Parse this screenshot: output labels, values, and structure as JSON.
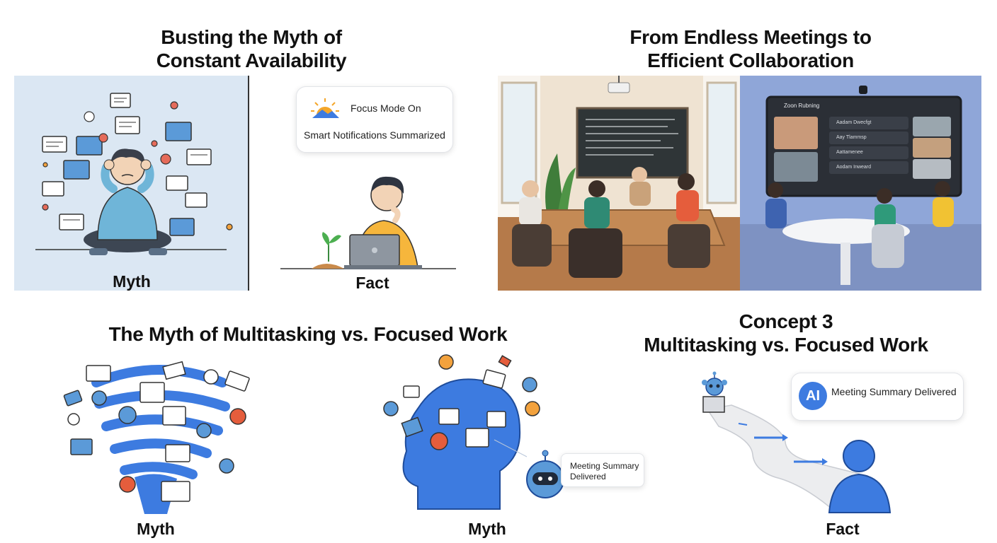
{
  "panel1": {
    "title_line1": "Busting the Myth of",
    "title_line2": "Constant Availability",
    "myth_caption": "Myth",
    "fact_caption": "Fact",
    "bubble_line1": "Focus Mode On",
    "bubble_line2": "Smart Notifications Summarized"
  },
  "panel2": {
    "title_line1": "From Endless Meetings to",
    "title_line2": "Efficient Collaboration",
    "screen_title": "Zoon Rubning",
    "participants": [
      "Aadam Dwecfgt",
      "Aay Tlammsp",
      "Aattamenee",
      "Aodam Inweard"
    ]
  },
  "panel3": {
    "title": "The Myth of Multitasking vs. Focused Work",
    "caption_left": "Myth",
    "caption_right": "Myth",
    "bubble_line1": "Meeting Summary",
    "bubble_line2": "Delivered"
  },
  "panel4": {
    "title_line1": "Concept 3",
    "title_line2": "Multitasking vs. Focused Work",
    "ai_badge": "AI",
    "bubble_text": "Meeting Summary Delivered",
    "caption": "Fact"
  },
  "colors": {
    "accent_blue": "#3d7be0",
    "light_blue_panel": "#dbe7f3",
    "meeting_wall": "#8fa6d8",
    "sun_orange": "#f4a629",
    "sweater_yellow": "#f6b63c"
  }
}
